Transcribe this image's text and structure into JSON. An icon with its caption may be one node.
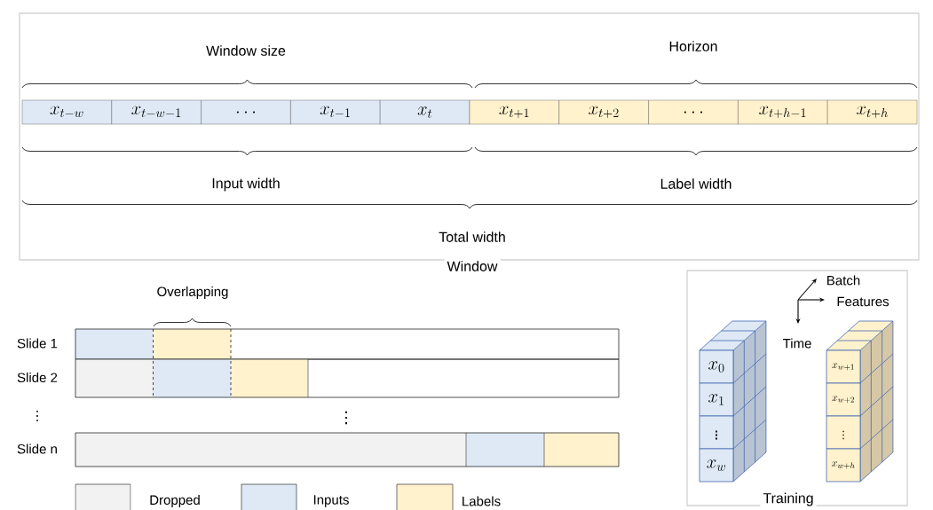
{
  "diagram": {
    "nodes": [
      {
        "text": [
          "Window"
        ]
      },
      {
        "text": [
          "x_{t-w}"
        ],
        "in": 0
      },
      {
        "text": [
          "x_{t-w-1}"
        ],
        "in": 0
      },
      {
        "text": [
          "\\ldots"
        ],
        "in": 0
      },
      {
        "text": [
          "x_{t-1}"
        ],
        "in": 0
      },
      {
        "text": [
          "x_{t}"
        ],
        "in": 0
      },
      {
        "text": [
          "x_{t+1}"
        ],
        "in": 0
      },
      {
        "text": [
          "x_{t+2}"
        ],
        "in": 0
      },
      {
        "text": [
          "\\ldots"
        ],
        "in": 0
      },
      {
        "text": [
          "x_{t+h-1}"
        ],
        "in": 0
      },
      {
        "text": [
          "x_{t+h}"
        ],
        "in": 0
      },
      {
        "text": [],
        "shape": "bar",
        "beside": [
          "Slide 1"
        ]
      },
      {
        "text": [],
        "shape": "bar",
        "beside": [
          "Slide 2"
        ]
      },
      {
        "text": [],
        "shape": "bar",
        "beside": [
          "Slide n"
        ]
      },
      {
        "text": [
          "Training"
        ]
      },
      {
        "text": [
          "x_{0}"
        ],
        "in": 14
      },
      {
        "text": [
          "x_{1}"
        ],
        "in": 14
      },
      {
        "text": [
          "\\vdots"
        ],
        "in": 14
      },
      {
        "text": [
          "x_{w}"
        ],
        "in": 14
      },
      {
        "text": [
          "x_{w+1}"
        ],
        "in": 14
      },
      {
        "text": [
          "x_{w+2}"
        ],
        "in": 14
      },
      {
        "text": [
          "\\vdots"
        ],
        "in": 14
      },
      {
        "text": [
          "x_{w+h}"
        ],
        "in": 14
      }
    ],
    "labels": [
      "Window size",
      "Horizon",
      "Input width",
      "Label width",
      "Total width",
      "Overlapping",
      "⋮",
      "⋮",
      "Batch",
      "Features",
      "Time"
    ],
    "legend": [
      {
        "text": "Dropped",
        "color": "#f2f2f2"
      },
      {
        "text": "Inputs",
        "color": "#dee9f5"
      },
      {
        "text": "Labels",
        "color": "#fff2cc"
      }
    ]
  }
}
